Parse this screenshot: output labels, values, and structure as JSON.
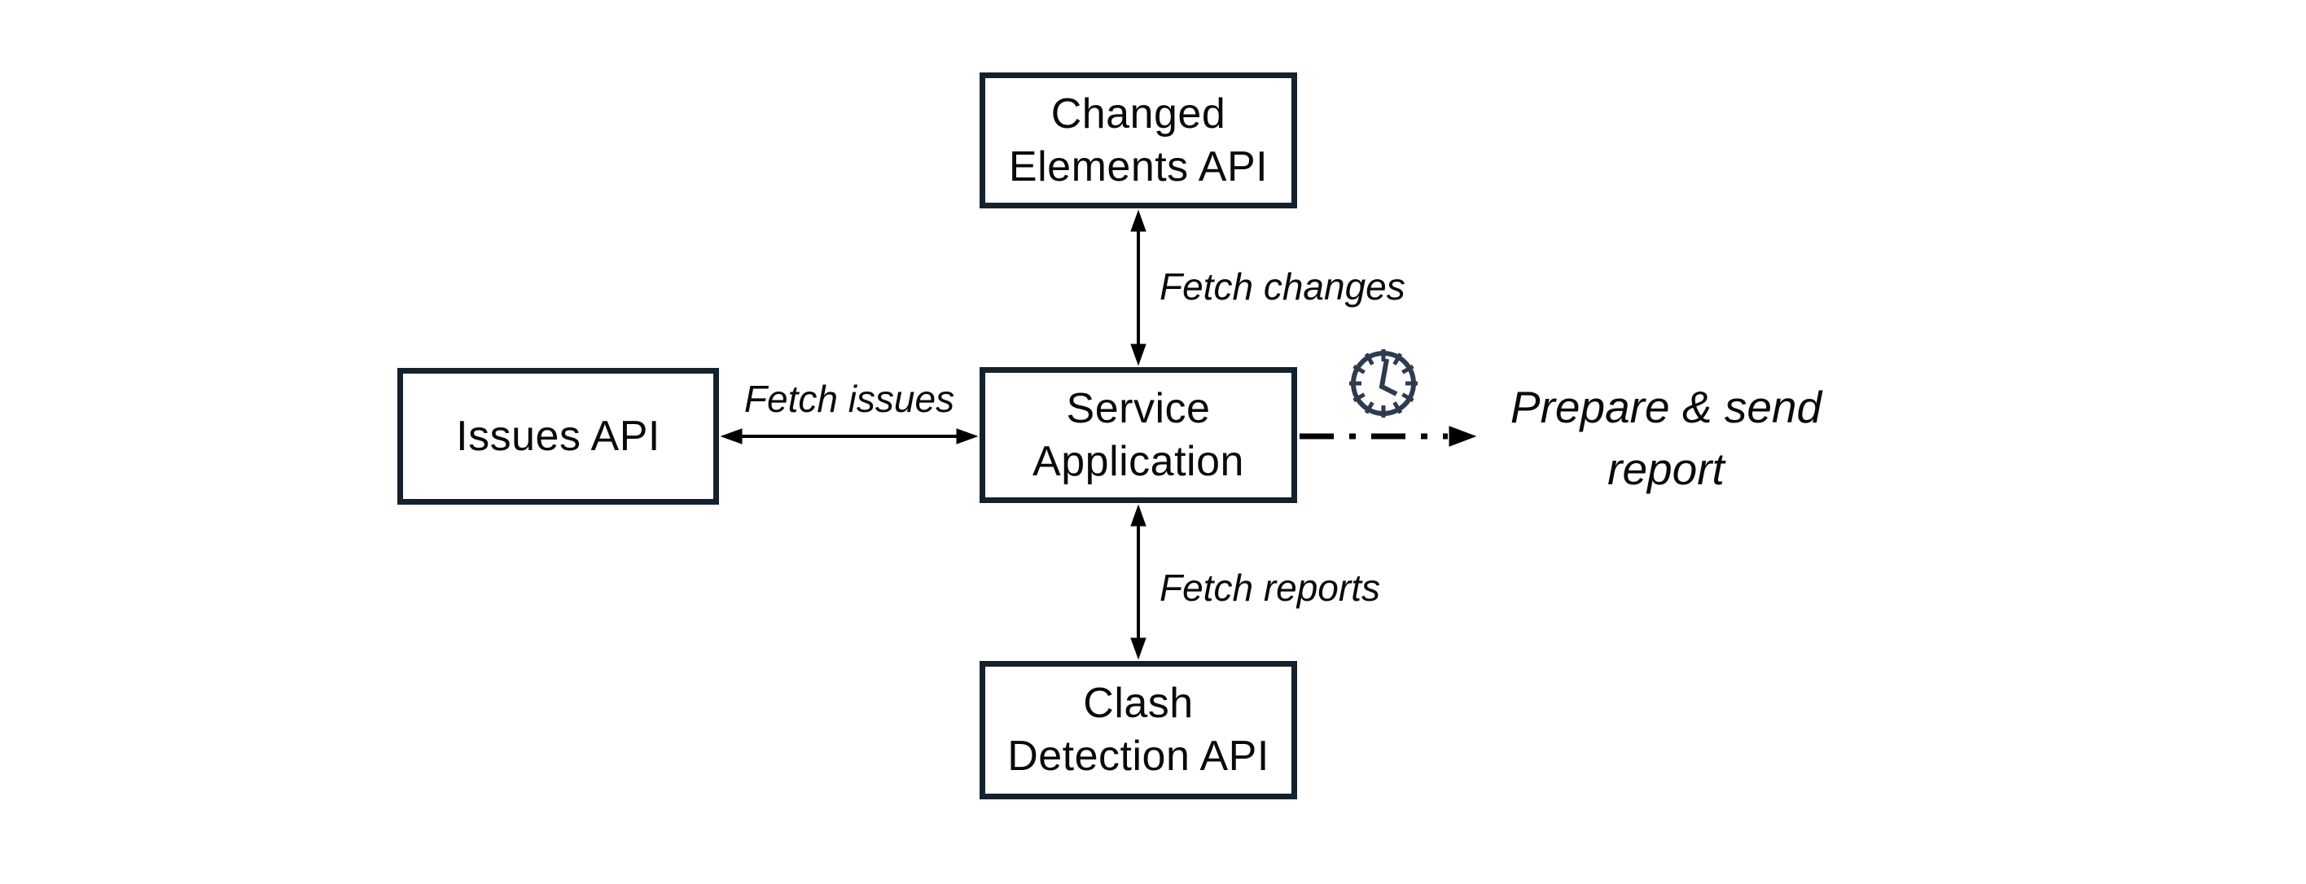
{
  "colors": {
    "background": "#ffffff",
    "node_border": "#15212d",
    "node_fill": "#ffffff",
    "text": "#0a0a0a",
    "connector": "#000000",
    "clock_icon": "#2e3b4e"
  },
  "nodes": {
    "changed_elements_api": {
      "line1": "Changed",
      "line2": "Elements API"
    },
    "issues_api": {
      "label": "Issues API"
    },
    "service_application": {
      "line1": "Service",
      "line2": "Application"
    },
    "clash_detection_api": {
      "line1": "Clash",
      "line2": "Detection API"
    }
  },
  "edge_labels": {
    "fetch_changes": "Fetch changes",
    "fetch_issues": "Fetch issues",
    "fetch_reports": "Fetch reports"
  },
  "annotation": {
    "line1": "Prepare & send",
    "line2": "report"
  },
  "icons": {
    "clock": "clock-icon"
  }
}
